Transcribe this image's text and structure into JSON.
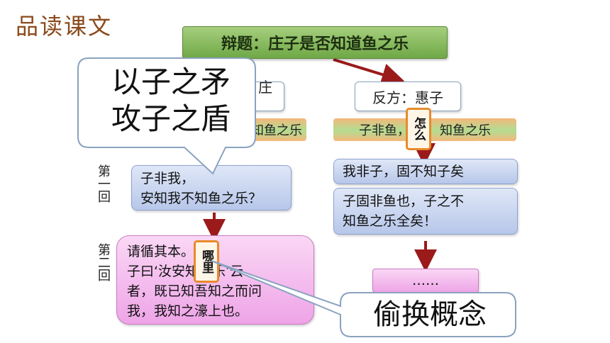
{
  "page_title": "品读课文",
  "topic": "辩题：庄子是否知道鱼之乐",
  "positive": {
    "head": "正方：庄子",
    "bar": "子知鱼之乐"
  },
  "negative": {
    "head": "反方：惠子",
    "bar_left": "子非鱼，",
    "bar_right": "知鱼之乐",
    "highlight": "怎么"
  },
  "rounds": {
    "round1": "第一回",
    "round2": "第二回"
  },
  "round1": {
    "zhuangzi_line1": "子非我，",
    "zhuangzi_line2": "安知我不知鱼之乐？",
    "huizi_a": "我非子，固不知子矣",
    "huizi_b_line1": "子固非鱼也，子之不",
    "huizi_b_line2": "知鱼之乐全矣！"
  },
  "round2": {
    "line1": "请循其本。",
    "line2": "子曰‘汝安知鱼乐’云",
    "line3": "者，既已知吾知之而问",
    "line4": "我，我知之濠上也。",
    "highlight": "哪里"
  },
  "ellipsis": "……",
  "callout_left": {
    "line1": "以子之矛",
    "line2": "攻子之盾"
  },
  "callout_right": "偷换概念",
  "colors": {
    "title": "#8a4a1c",
    "arrow": "#9b1b1b",
    "highlight_border": "#e88a2b"
  }
}
